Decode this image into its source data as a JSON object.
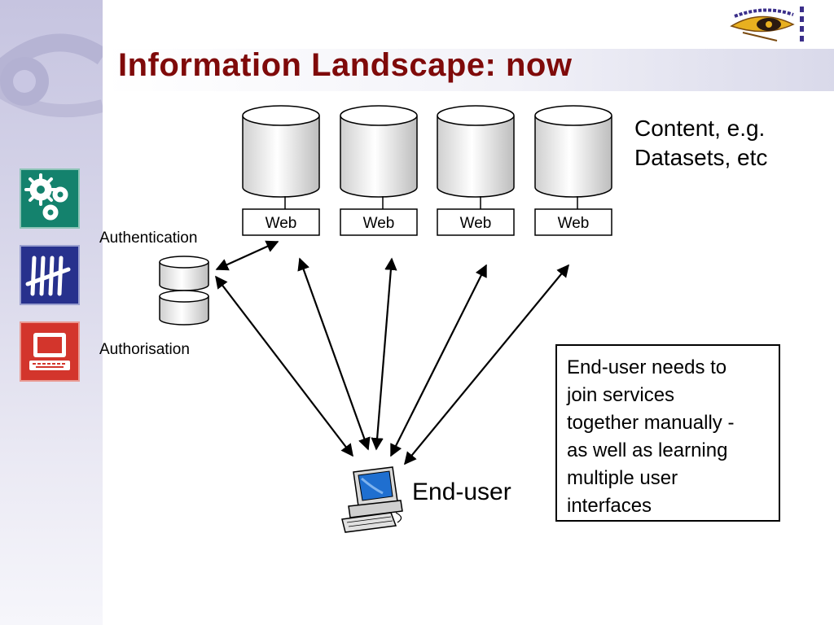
{
  "slide": {
    "title": "Information Landscape: now"
  },
  "sidebar": {
    "icons": [
      "gears-icon",
      "tally-marks-icon",
      "computer-icon"
    ],
    "colors": {
      "gears": "#14826d",
      "tally": "#27318d",
      "computer": "#d3352c"
    }
  },
  "diagram": {
    "content_label_lines": [
      "Content, e.g.",
      "Datasets, etc"
    ],
    "web_services": [
      {
        "label": "Web"
      },
      {
        "label": "Web"
      },
      {
        "label": "Web"
      },
      {
        "label": "Web"
      }
    ],
    "authentication_label": "Authentication",
    "authorisation_label": "Authorisation",
    "end_user_label": "End-user",
    "note_lines": [
      "End-user needs to",
      "join services",
      "together manually -",
      "as well as learning",
      "multiple user",
      "interfaces"
    ]
  },
  "colors": {
    "title": "#7f0a0a",
    "cylinder_fill": "#e6e6e6",
    "screen_blue": "#1f6fd0"
  }
}
